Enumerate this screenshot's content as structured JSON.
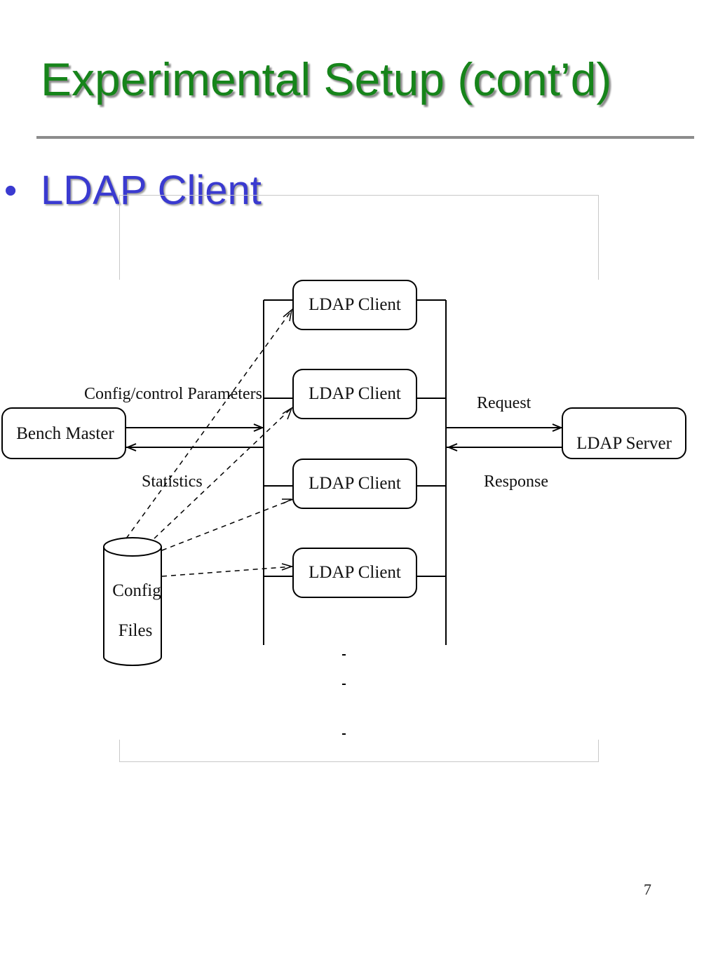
{
  "slide": {
    "title": "Experimental Setup (cont’d)",
    "bullet": "LDAP Client",
    "page_number": "7"
  },
  "diagram": {
    "clients": [
      "LDAP Client",
      "LDAP Client",
      "LDAP Client",
      "LDAP Client"
    ],
    "bench_master": "Bench Master",
    "ldap_server": "LDAP Server",
    "config_control_label": "Config/control Parameters",
    "statistics_label": "Statistics",
    "request_label": "Request",
    "response_label": "Response",
    "config_files_line1": "Config",
    "config_files_line2": "Files",
    "bullet_glyph": "•"
  },
  "colors": {
    "title": "#16841a",
    "bullet": "#3a3ad0",
    "rule": "#8c8c8c"
  }
}
